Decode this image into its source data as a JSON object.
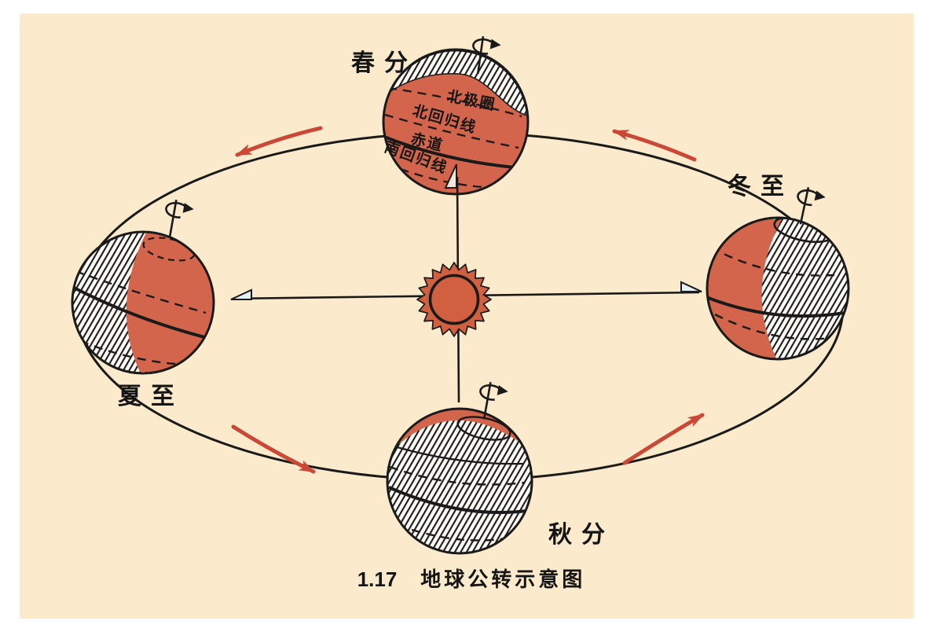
{
  "figure": {
    "caption": {
      "number": "1.17",
      "title": "地球公转示意图"
    }
  },
  "positions": {
    "spring_equinox": "春分",
    "summer_solstice": "夏至",
    "autumn_equinox": "秋分",
    "winter_solstice": "冬至"
  },
  "latitude_lines": {
    "arctic_circle": "北极圈",
    "tropic_of_cancer": "北回归线",
    "equator": "赤道",
    "tropic_of_capricorn": "南回归线"
  },
  "colors": {
    "page_background": "#ffffff",
    "panel_background": "#FBEACC",
    "orbit_fill": "#E6F1F7",
    "earth_day_side": "#D2654C",
    "hatch_line": "#1c1c1c",
    "sun_fill": "#D0603F",
    "revolution_arrow": "#CB4836",
    "line": "#1a1a1a"
  }
}
